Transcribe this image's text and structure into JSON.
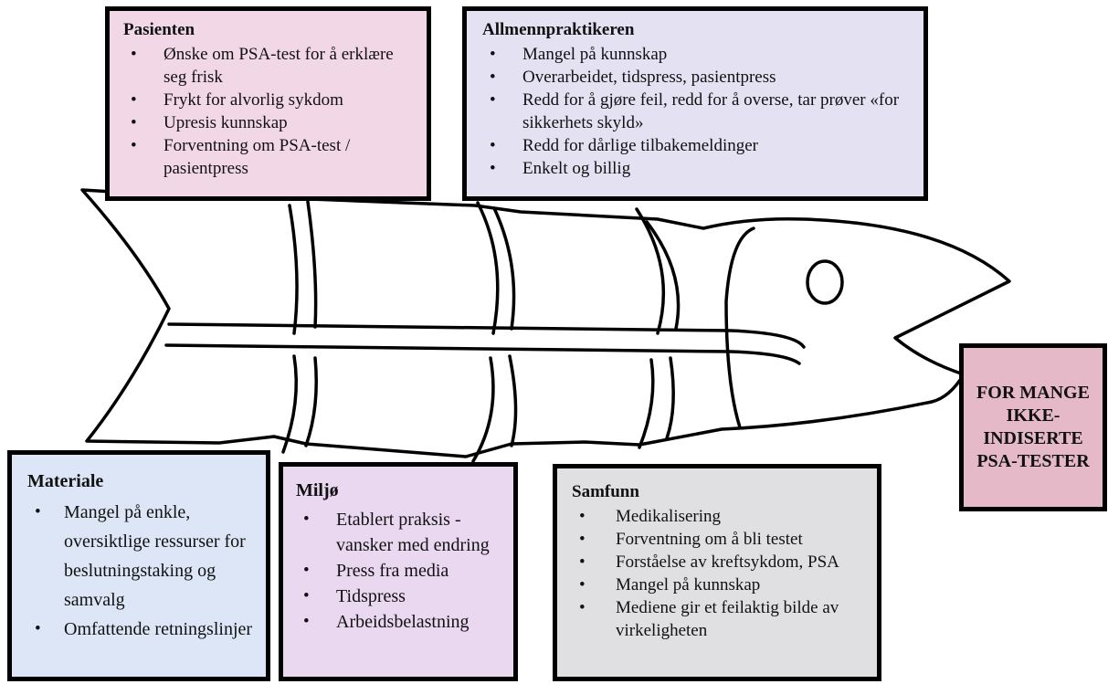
{
  "colors": {
    "pasienten": "#f2d7e6",
    "allmenn": "#e4e1f3",
    "materiale": "#dde6f6",
    "miljo": "#ead7f0",
    "samfunn": "#e0e0e2",
    "effect": "#e5b9c8",
    "outline": "#000000"
  },
  "effect": {
    "label": "FOR MANGE IKKE-INDISERTE PSA-TESTER"
  },
  "boxes": {
    "pasienten": {
      "title": "Pasienten",
      "items": [
        "Ønske om PSA-test for å erklære seg frisk",
        "Frykt for alvorlig sykdom",
        "Upresis kunnskap",
        "Forventning om PSA-test / pasientpress"
      ]
    },
    "allmenn": {
      "title": "Allmennpraktikeren",
      "items": [
        "Mangel på kunnskap",
        "Overarbeidet, tidspress, pasientpress",
        "Redd for å gjøre feil, redd for å overse, tar prøver «for sikkerhets skyld»",
        "Redd for dårlige tilbakemeldinger",
        "Enkelt og billig"
      ]
    },
    "materiale": {
      "title": "Materiale",
      "items": [
        "Mangel på enkle, oversiktlige ressurser for beslutningstaking og samvalg",
        "Omfattende retningslinjer"
      ]
    },
    "miljo": {
      "title": "Miljø",
      "items": [
        "Etablert praksis - vansker med endring",
        "Press fra media",
        "Tidspress",
        "Arbeidsbelastning"
      ]
    },
    "samfunn": {
      "title": "Samfunn",
      "items": [
        "Medikalisering",
        "Forventning om å bli testet",
        "Forståelse av kreftsykdom, PSA",
        "Mangel på kunnskap",
        "Mediene gir et feilaktig bilde av virkeligheten"
      ]
    }
  }
}
